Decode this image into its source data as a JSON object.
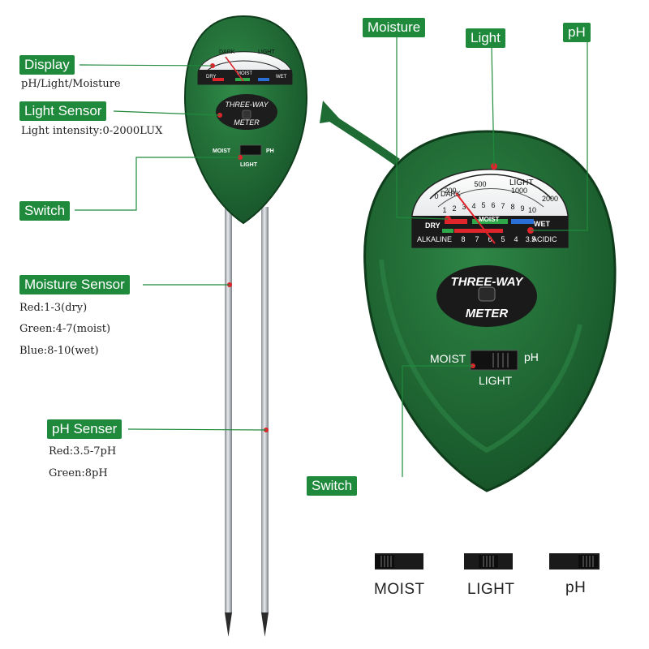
{
  "labels": {
    "display": "Display",
    "display_desc": "pH/Light/Moisture",
    "light_sensor": "Light Sensor",
    "light_sensor_desc": "Light intensity:0-2000LUX",
    "switch_left": "Switch",
    "moisture_sensor": "Moisture Sensor",
    "moisture_lines": [
      "Red:1-3(dry)",
      "Green:4-7(moist)",
      "Blue:8-10(wet)"
    ],
    "ph_senser": "pH Senser",
    "ph_lines": [
      "Red:3.5-7pH",
      "Green:8pH"
    ],
    "moisture": "Moisture",
    "light": "Light",
    "ph": "pH",
    "switch_right": "Switch"
  },
  "meter": {
    "brand_top": "THREE-WAY",
    "brand_bottom": "METER",
    "dark": "DARK",
    "light": "LIGHT",
    "dry": "DRY",
    "wet": "WET",
    "moist": "MOIST",
    "alkaline": "ALKALINE",
    "acidic": "ACIDIC",
    "light_scale": [
      "0",
      "200",
      "500",
      "1000",
      "2000"
    ],
    "moist_scale": [
      "1",
      "2",
      "3",
      "4",
      "5",
      "6",
      "7",
      "8",
      "9",
      "10"
    ],
    "ph_scale": [
      "8",
      "7",
      "6",
      "5",
      "4",
      "3.5"
    ],
    "switch_moist": "MOIST",
    "switch_light": "LIGHT",
    "switch_ph": "pH",
    "small_switch_moist": "MOIST",
    "small_switch_ph": "PH",
    "small_switch_light": "LIGHT"
  },
  "switch_modes": [
    "MOIST",
    "LIGHT",
    "pH"
  ],
  "colors": {
    "label_green": "#1f8a3c",
    "meter_green": "#1f6b34",
    "red_zone": "#e0242c",
    "green_zone": "#2fa84a",
    "blue_zone": "#2a6fd6"
  }
}
